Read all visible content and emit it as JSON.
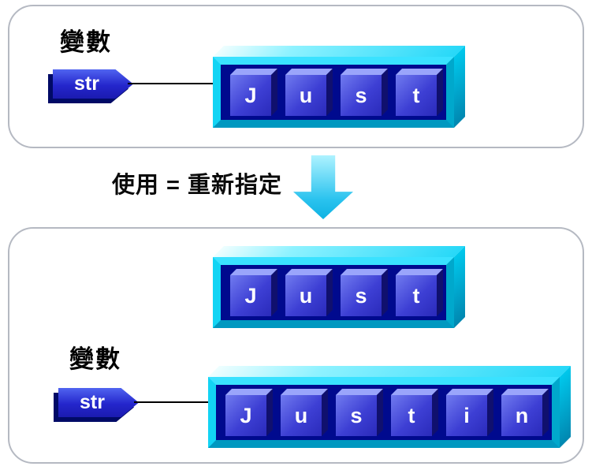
{
  "top_panel": {
    "variable_label": "變數",
    "pointer_label": "str",
    "cells": [
      "J",
      "u",
      "s",
      "t"
    ]
  },
  "transition": {
    "caption": "使用 = 重新指定"
  },
  "bottom_panel": {
    "variable_label": "變數",
    "pointer_label": "str",
    "old_cells": [
      "J",
      "u",
      "s",
      "t"
    ],
    "new_cells": [
      "J",
      "u",
      "s",
      "t",
      "i",
      "n"
    ]
  },
  "icons": {
    "down_arrow": "down-arrow"
  },
  "colors": {
    "box_frame_cyan": "#12d4f4",
    "box_interior_navy": "#000a8e",
    "cell_blue": "#3d3fd4",
    "cell_top_light": "#9aa5fb",
    "pointer_tag_blue": "#2426cc",
    "arrow_cyan": "#29c2ee",
    "panel_border_gray": "#b5b9c2",
    "text_black": "#000000",
    "letter_white": "#ffffff"
  }
}
